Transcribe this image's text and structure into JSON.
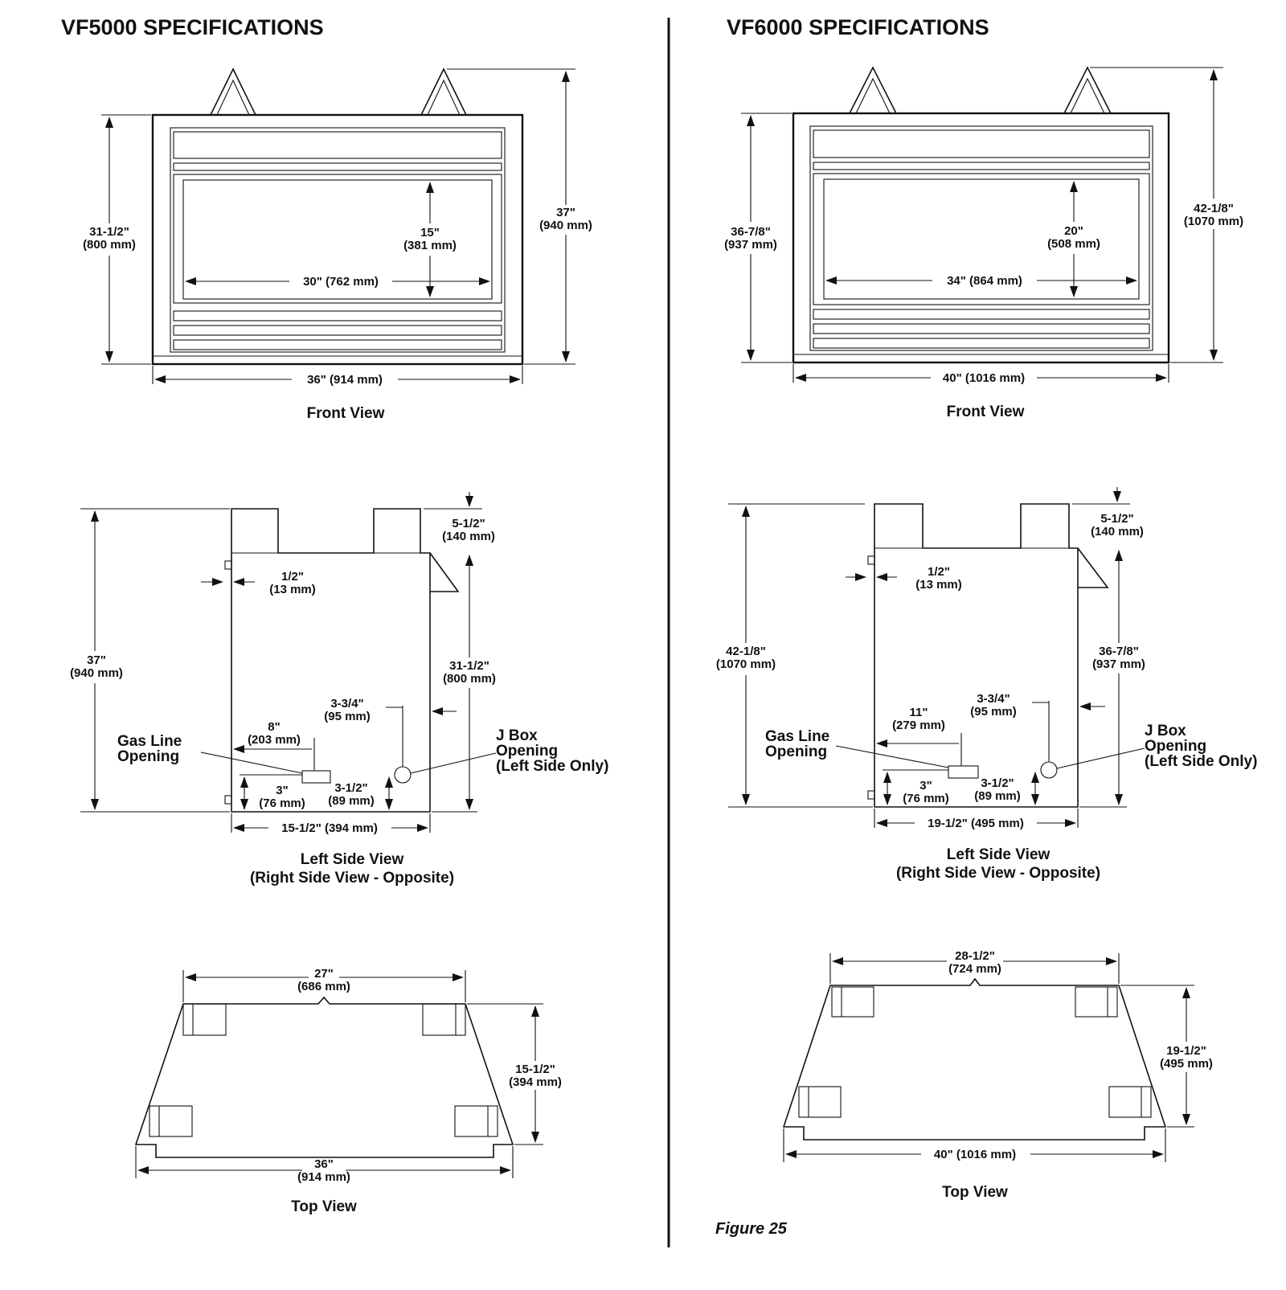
{
  "vf5000": {
    "title": "VF5000 SPECIFICATIONS",
    "front": {
      "caption": "Front View",
      "left_h": [
        "31-1/2\"",
        "(800 mm)"
      ],
      "right_h": [
        "37\"",
        "(940 mm)"
      ],
      "opening_h": [
        "15\"",
        "(381 mm)"
      ],
      "opening_w": "30\" (762 mm)",
      "overall_w": "36\" (914 mm)"
    },
    "side": {
      "caption": "Left Side View",
      "caption2": "(Right Side View - Opposite)",
      "overall_h": [
        "37\"",
        "(940 mm)"
      ],
      "top_ext": [
        "5-1/2\"",
        "(140 mm)"
      ],
      "body_h": [
        "31-1/2\"",
        "(800 mm)"
      ],
      "standoff": [
        "1/2\"",
        "(13 mm)"
      ],
      "gas_x": [
        "8\"",
        "(203 mm)"
      ],
      "gas_y": [
        "3\"",
        "(76 mm)"
      ],
      "jbox_y": [
        "3-1/2\"",
        "(89 mm)"
      ],
      "jbox_x": [
        "3-3/4\"",
        "(95 mm)"
      ],
      "gas_label": [
        "Gas Line",
        "Opening"
      ],
      "jbox_label": [
        "J Box",
        "Opening",
        "(Left Side Only)"
      ],
      "depth": "15-1/2\" (394 mm)"
    },
    "top": {
      "caption": "Top View",
      "back_w": [
        "27\"",
        "(686 mm)"
      ],
      "depth": [
        "15-1/2\"",
        "(394 mm)"
      ],
      "front_w": [
        "36\"",
        "(914 mm)"
      ]
    }
  },
  "vf6000": {
    "title": "VF6000 SPECIFICATIONS",
    "front": {
      "caption": "Front View",
      "left_h": [
        "36-7/8\"",
        "(937 mm)"
      ],
      "right_h": [
        "42-1/8\"",
        "(1070 mm)"
      ],
      "opening_h": [
        "20\"",
        "(508 mm)"
      ],
      "opening_w": "34\" (864 mm)",
      "overall_w": "40\" (1016 mm)"
    },
    "side": {
      "caption": "Left Side View",
      "caption2": "(Right Side View - Opposite)",
      "overall_h": [
        "42-1/8\"",
        "(1070 mm)"
      ],
      "top_ext": [
        "5-1/2\"",
        "(140 mm)"
      ],
      "body_h": [
        "36-7/8\"",
        "(937 mm)"
      ],
      "standoff": [
        "1/2\"",
        "(13 mm)"
      ],
      "gas_x": [
        "11\"",
        "(279 mm)"
      ],
      "gas_y": [
        "3\"",
        "(76 mm)"
      ],
      "jbox_y": [
        "3-1/2\"",
        "(89 mm)"
      ],
      "jbox_x": [
        "3-3/4\"",
        "(95 mm)"
      ],
      "gas_label": [
        "Gas Line",
        "Opening"
      ],
      "jbox_label": [
        "J Box",
        "Opening",
        "(Left Side Only)"
      ],
      "depth": "19-1/2\" (495 mm)"
    },
    "top": {
      "caption": "Top View",
      "back_w": [
        "28-1/2\"",
        "(724 mm)"
      ],
      "depth": [
        "19-1/2\"",
        "(495 mm)"
      ],
      "front_w": "40\" (1016 mm)"
    }
  },
  "figure_label": "Figure 25"
}
